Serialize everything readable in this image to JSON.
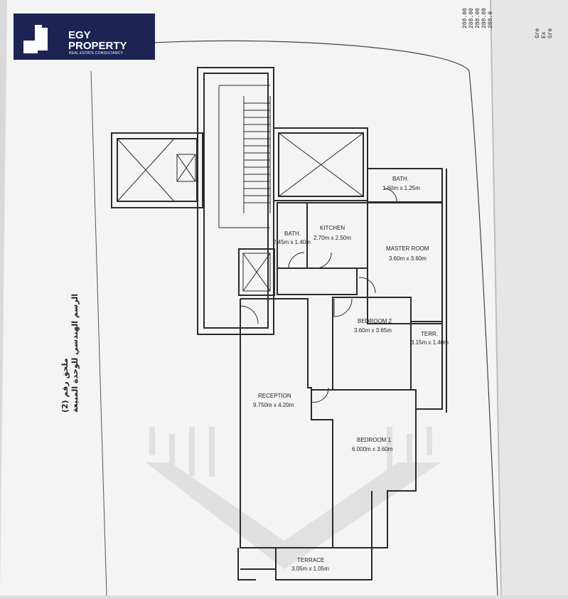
{
  "logo": {
    "brand": "EGY PROPERTY",
    "tagline": "REAL ESTATE CONSULTANCY",
    "colors": {
      "background": "#1d2454",
      "text": "#ffffff"
    }
  },
  "caption_arabic": {
    "line1": "ملحق رقم (2)",
    "line2": "الرسم الهندسي للوحدة المبيعة"
  },
  "corner_table": {
    "values": [
      "288.00",
      "288.00",
      "288.00",
      "288.00",
      "288.0"
    ],
    "letters": [
      "Gre",
      "Ex",
      "Gre"
    ]
  },
  "rooms": {
    "bath1": {
      "name": "BATH.",
      "size": "1.60m x 1.25m"
    },
    "kitchen": {
      "name": "KITCHEN",
      "size": "2.70m x 2.50m"
    },
    "bath2": {
      "name": "BATH.",
      "size": "2.45m x 1.40m"
    },
    "master": {
      "name": "MASTER ROOM",
      "size": "3.60m x 3.60m"
    },
    "bedroom2": {
      "name": "BEDROOM 2",
      "size": "3.60m x 3.65m"
    },
    "terr": {
      "name": "TERR.",
      "size": "3.15m x 1.40m"
    },
    "reception": {
      "name": "RECEPTION",
      "size": "9.750m x 4.20m"
    },
    "bedroom1": {
      "name": "BEDROOM 1",
      "size": "6.000m x 3.60m"
    },
    "terrace": {
      "name": "TERRACE",
      "size": "3.05m x 1.05m"
    }
  }
}
